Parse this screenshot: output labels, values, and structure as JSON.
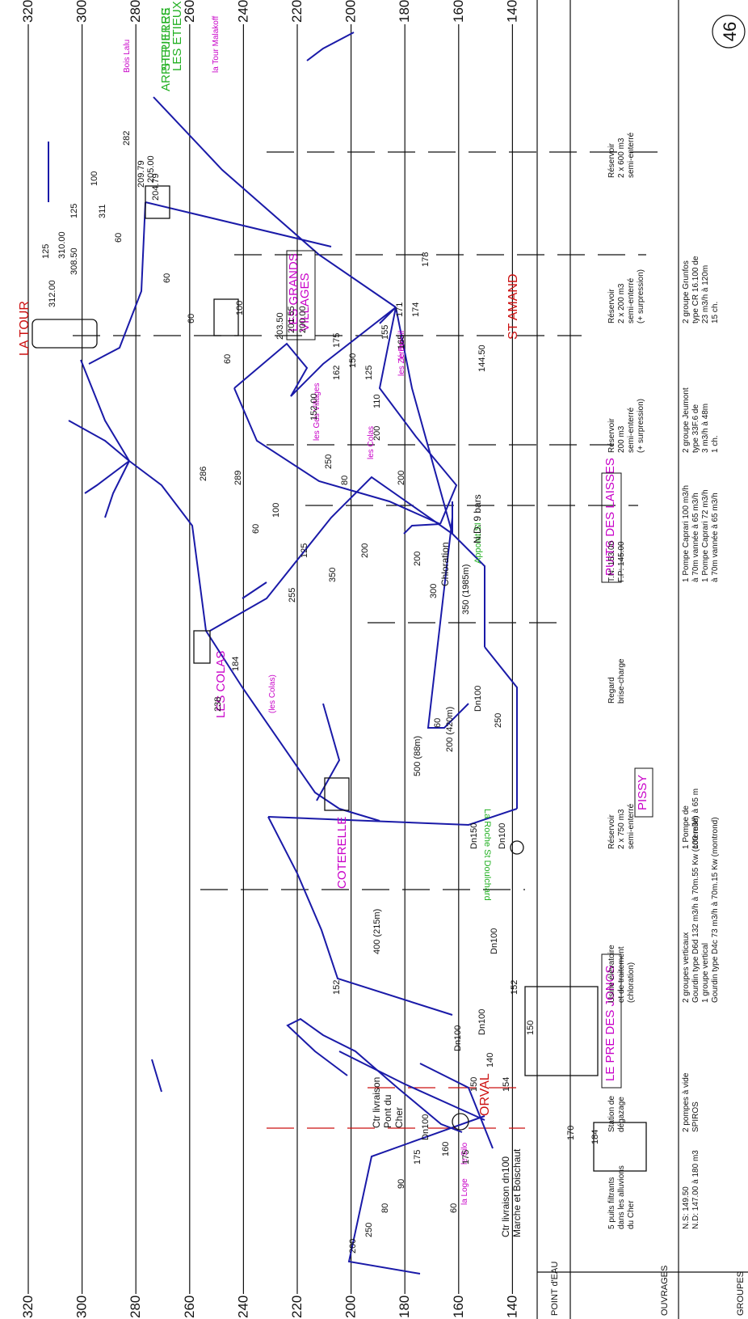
{
  "page_number": "46",
  "elevation_scale": {
    "ticks": [
      "320",
      "300",
      "280",
      "260",
      "240",
      "220",
      "200",
      "180",
      "160",
      "140"
    ]
  },
  "table": {
    "row_point_eau": "POINT d'EAU",
    "row_ouvrages": "OUVRAGES",
    "row_groupes": "GROUPES",
    "columns": [
      {
        "ouvrage": [
          "5 puits filtrants",
          "dans les alluvions",
          "du Cher"
        ],
        "groupe": [
          "N.S: 149.50",
          "N.D: 147.00 à 180 m3"
        ]
      },
      {
        "ouvrage": [
          "Station de",
          "dégazage"
        ],
        "groupe": [
          "2 pompes à vide",
          "SPIROS"
        ]
      },
      {
        "ouvrage": [
          "Usine élévatoire",
          "et de traitement",
          "(chloration)"
        ],
        "groupe": [
          "2 groupes verticaux",
          "Gourdin type D6d 132 m3/h à 70m.55 Kw (coterelle)",
          "1 groupe vertical",
          "Gourdin type D4c 73 m3/h à 70m.15 Kw (montrond)"
        ]
      },
      {
        "ouvrage": [
          "Réservoir",
          "2 x 750 m3",
          "semi-enterré"
        ],
        "groupe": [
          "1 Pompe de",
          "100 m3/h à 65 m"
        ]
      },
      {
        "ouvrage": [
          "Regard",
          "brise-charge"
        ],
        "groupe": []
      },
      {
        "ouvrage": [
          "T.N: 153.00",
          "F.P: 145.00"
        ],
        "groupe": [
          "1 Pompe Caprari 100 m3/h",
          "à 70m vannée à 65 m3/h",
          "1 Pompe Caprari 72 m3/h",
          "à 70m vannée à 65 m3/h"
        ]
      },
      {
        "ouvrage": [
          "Réservoir",
          "200 m3",
          "semi-enterré",
          "(+ surpression)"
        ],
        "groupe": [
          "2 groupe Jeumont",
          "type 33F.6 de",
          "3 m3/h à 48m",
          "1 ch."
        ]
      },
      {
        "ouvrage": [
          "Réservoir",
          "2 x 200 m3",
          "semi-enterré",
          "(+ surpression)"
        ],
        "groupe": [
          "2 groupe Grunfos",
          "type CR 16.100 de",
          "23 m3/h à 120m",
          "15 ch."
        ]
      },
      {
        "ouvrage": [
          "Réservoir",
          "2 x 600 m3",
          "semi-enterré"
        ],
        "groupe": []
      }
    ]
  },
  "labels": {
    "la_tour": "LA TOUR",
    "les_grands_villages": [
      "LES GRANDS",
      "VILLAGES"
    ],
    "st_pierre_les_etieux": [
      "ST PIERRE",
      "LES ETIEUX"
    ],
    "arpheuilles": "ARPHEUILLES",
    "les_colas": "LES COLAS",
    "coterelle": "COTERELLE",
    "st_amand": "ST AMAND",
    "orval": "ORVAL",
    "puits_des_laisses": "PUITS DES LAISSES",
    "le_pre_des_joncs": "LE PRE DES JONCS",
    "pissy": "PISSY",
    "bois_lalu": "Bois Lalu",
    "la_tour_malakoff": "la Tour Malakoff",
    "les_cols_villages": "les Gds Villages",
    "les_colas_small": "les Colas",
    "le_breuil": "le Breuil",
    "les_zeros": "les Zéros",
    "le_silo": "le Silo",
    "la_loge": "la Loge",
    "la_roche_st_doulchard": "La Roche St Doulchard",
    "appoint_sivom": "Appoint SI",
    "chloration": "Chloration",
    "nd_bars": "N.D: 9 bars",
    "ctr_livraison_pont": [
      "Ctr livraison",
      "Pont du",
      "Cher"
    ],
    "ctr_livraison_marche": [
      "Ctr livraison dn100",
      "Marche et Boischaut"
    ],
    "les_colas_dn": "(les Colas)"
  },
  "annotations": [
    "312.00",
    "310.00",
    "308.50",
    "209.79",
    "205.00",
    "204.79",
    "203.50",
    "201.55",
    "200.00",
    "282",
    "311",
    "286",
    "289",
    "255",
    "238",
    "184",
    "178",
    "171",
    "174",
    "162",
    "155",
    "165",
    "152.00",
    "144.50",
    "154",
    "170",
    "184",
    "160",
    "175",
    "60",
    "125",
    "125",
    "100",
    "60",
    "60",
    "60",
    "100",
    "60",
    "175",
    "150",
    "125",
    "110",
    "200",
    "250",
    "200",
    "80",
    "60",
    "100",
    "125",
    "350",
    "200",
    "200",
    "60",
    "300",
    "350 (1985m)",
    "250",
    "200 (420m)",
    "500 (88m)",
    "400 (215m)",
    "152",
    "152",
    "150",
    "140",
    "150",
    "175",
    "90",
    "80",
    "250",
    "200",
    "Dn100",
    "Dn100",
    "Dn100",
    "Dn100",
    "Dn100",
    "Dn150",
    "Dn100"
  ],
  "colors": {
    "pipe": "#1a1aa8",
    "magenta": "#c800c8",
    "red": "#cc1010",
    "green": "#22b022",
    "ink": "#111111"
  }
}
